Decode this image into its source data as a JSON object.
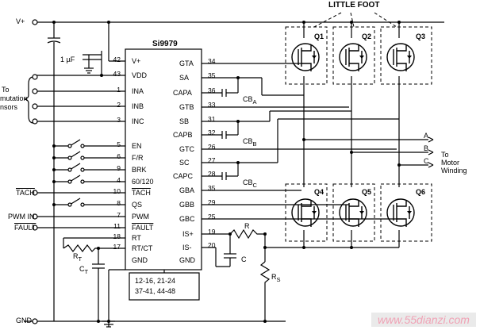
{
  "title": "Si9979",
  "group_label": "LITTLE FOOT",
  "watermark": "www.55dianzi.com",
  "supply_labels": {
    "vplus": "V+",
    "gnd": "GND"
  },
  "cap_label": "1 µF",
  "sensor_label_to": "To",
  "sensor_label_1": "mutation",
  "sensor_label_2": "nsors",
  "motor_label_1": "To",
  "motor_label_2": "Motor",
  "motor_label_3": "Winding",
  "phases": [
    "A",
    "B",
    "C"
  ],
  "ext_left": {
    "tach": "TACH",
    "pwm": "PWM IN",
    "fault": "FAULT"
  },
  "components": {
    "rt": "R",
    "rt_sub": "T",
    "ct": "C",
    "ct_sub": "T",
    "r": "R",
    "c": "C",
    "rs": "R",
    "rs_sub": "S",
    "cba": "CB",
    "cba_sub": "A",
    "cbb": "CB",
    "cbb_sub": "B",
    "cbc": "CB",
    "cbc_sub": "C"
  },
  "transistors": [
    "Q1",
    "Q2",
    "Q3",
    "Q4",
    "Q5",
    "Q6"
  ],
  "left_pins": [
    {
      "num": "42",
      "name": "V+"
    },
    {
      "num": "43",
      "name": "VDD"
    },
    {
      "num": "1",
      "name": "INA"
    },
    {
      "num": "2",
      "name": "INB"
    },
    {
      "num": "3",
      "name": "INC"
    },
    {
      "num": "5",
      "name": "EN"
    },
    {
      "num": "6",
      "name": "F/R"
    },
    {
      "num": "9",
      "name": "BRK"
    },
    {
      "num": "4",
      "name": "60/120"
    },
    {
      "num": "10",
      "name": "TACH"
    },
    {
      "num": "8",
      "name": "QS"
    },
    {
      "num": "7",
      "name": "PWM"
    },
    {
      "num": "11",
      "name": "FAULT"
    },
    {
      "num": "18",
      "name": "RT"
    },
    {
      "num": "17",
      "name": "RT/CT"
    },
    {
      "num": "",
      "name": "GND"
    }
  ],
  "right_pins": [
    {
      "num": "34",
      "name": "GTA"
    },
    {
      "num": "35",
      "name": "SA"
    },
    {
      "num": "36",
      "name": "CAPA"
    },
    {
      "num": "33",
      "name": "GTB"
    },
    {
      "num": "31",
      "name": "SB"
    },
    {
      "num": "32",
      "name": "CAPB"
    },
    {
      "num": "26",
      "name": "GTC"
    },
    {
      "num": "27",
      "name": "SC"
    },
    {
      "num": "28",
      "name": "CAPC"
    },
    {
      "num": "35",
      "name": "GBA"
    },
    {
      "num": "29",
      "name": "GBB"
    },
    {
      "num": "25",
      "name": "GBC"
    },
    {
      "num": "19",
      "name": "IS+"
    },
    {
      "num": "20",
      "name": "IS-"
    },
    {
      "num": "",
      "name": "GND"
    }
  ],
  "gnd_pins_1": "12-16, 21-24",
  "gnd_pins_2": "37-41, 44-48"
}
